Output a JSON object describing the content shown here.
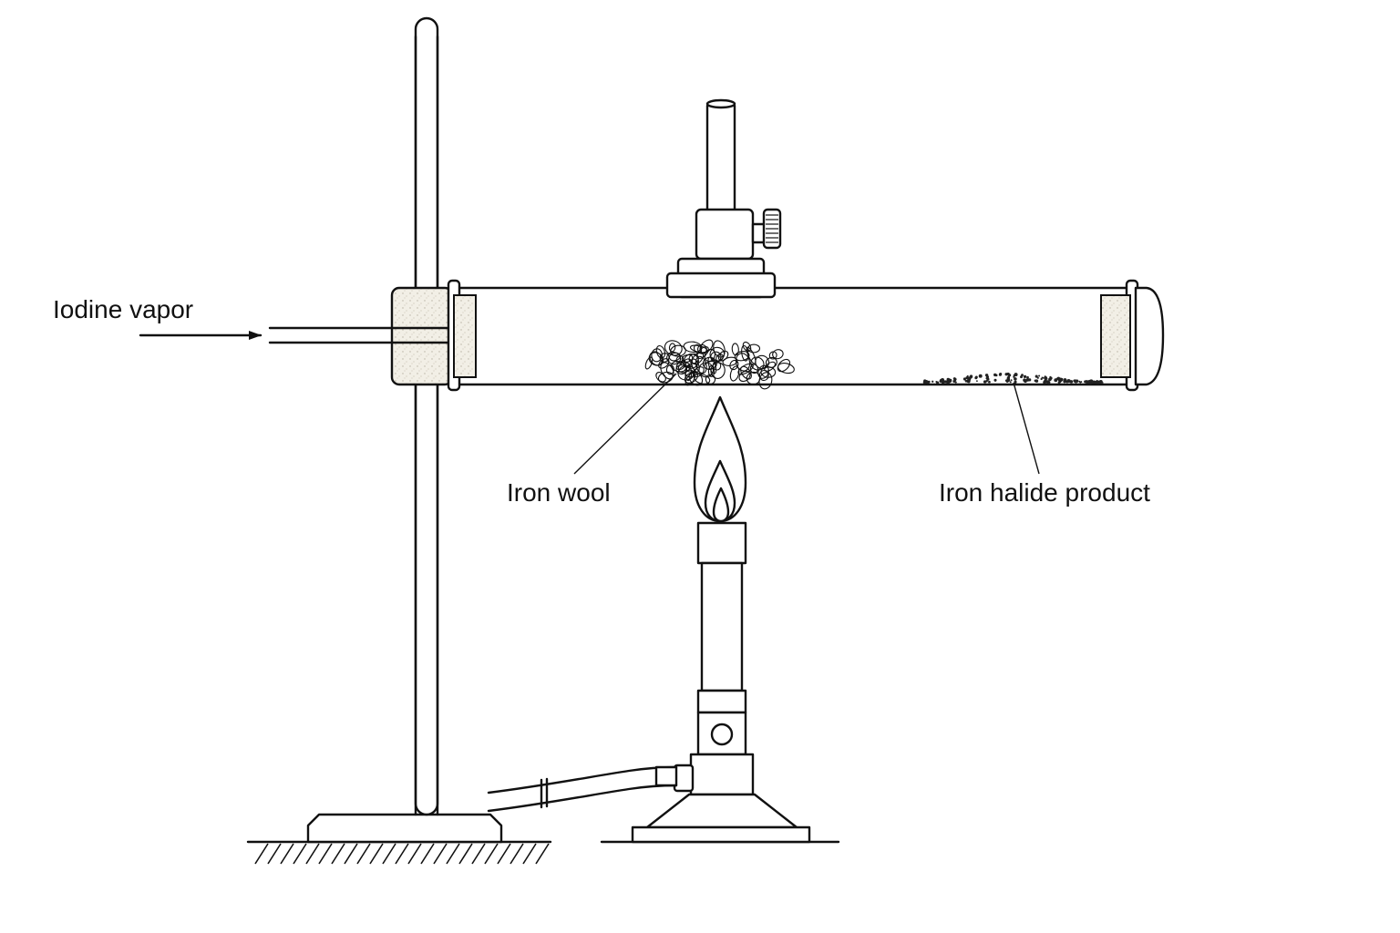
{
  "labels": {
    "iodine_vapor": "Iodine vapor",
    "iron_wool": "Iron wool",
    "iron_halide_product": "Iron halide product"
  }
}
